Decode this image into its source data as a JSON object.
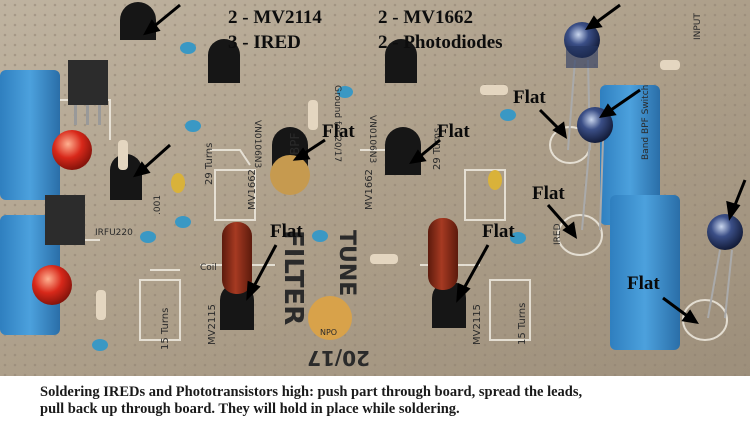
{
  "parts_list": {
    "line1_left": "2 - MV2114",
    "line1_right": "2 - MV1662",
    "line2_left": "3 - IRED",
    "line2_right": "2 - Photodiodes"
  },
  "flat_labels": [
    "Flat",
    "Flat",
    "Flat",
    "Flat",
    "Flat",
    "Flat",
    "Flat"
  ],
  "pcb_labels": {
    "filter": "FILTER",
    "tune": "TUNE",
    "bpf": "BPF",
    "vnd_left": "VN0106N3",
    "vnd_right": "VN0106N3",
    "mv1662_left": "MV1662",
    "mv1662_right": "MV1662",
    "mv2115_left": "MV2115",
    "mv2115_right": "MV2115",
    "turns_29_left": "29 Turns",
    "turns_29_right": "29 Turns",
    "turns_15_left": "15 Turns",
    "turns_15_right": "15 Turns",
    "coil": "Coil",
    "ground": "Ground for 20/17",
    "input": "INPUT",
    "band_switch": "Band BPF Switch",
    "board_num": "20/17",
    "ired": "IRED",
    "cap_val": ".001",
    "irfu": "IRFU220",
    "npo": "NPO"
  },
  "caption": {
    "line1": "Soldering IREDs and Phototransistors high:  push part through board, spread the leads,",
    "line2": "pull back up through board. They will hold in place while soldering."
  }
}
